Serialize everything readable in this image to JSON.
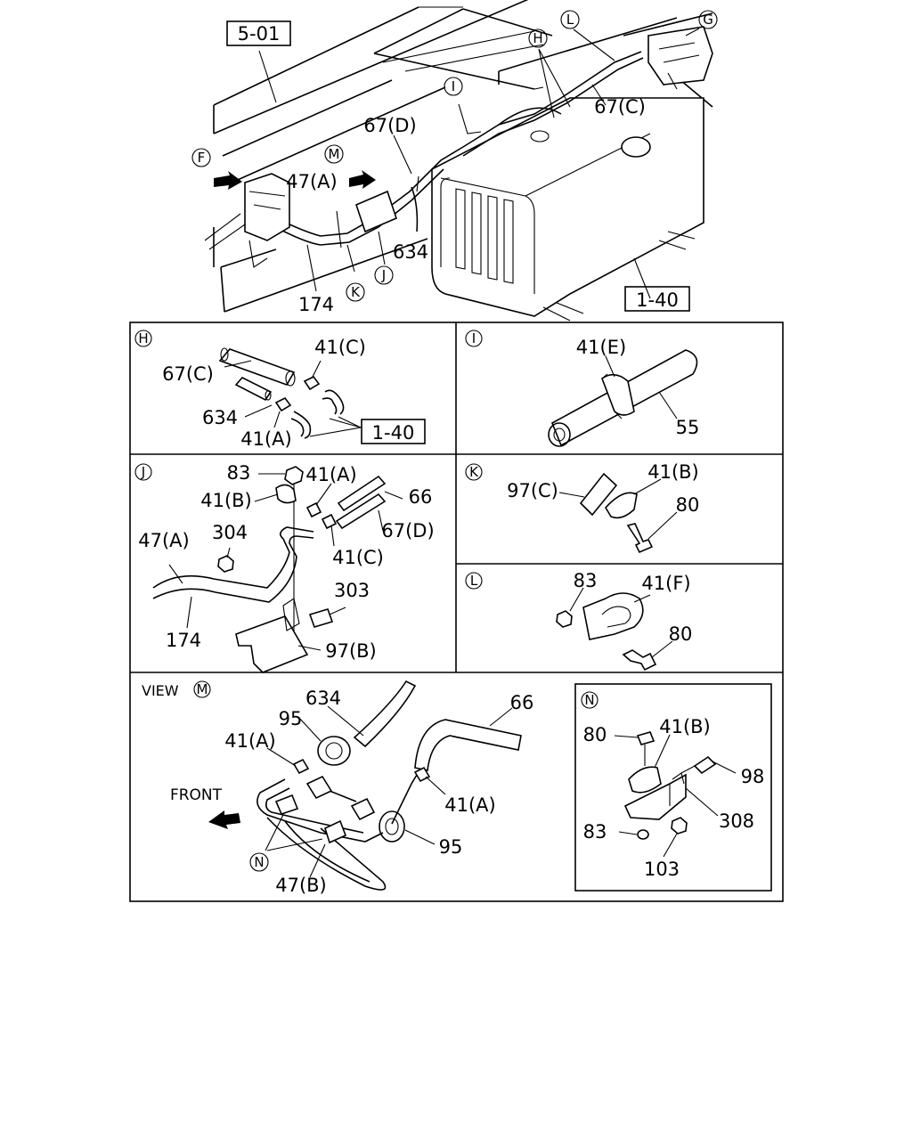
{
  "refs": {
    "ref_501": "5-01",
    "ref_140_main": "1-40",
    "ref_140_detail": "1-40"
  },
  "callouts": {
    "F": "F",
    "M": "M",
    "H": "H",
    "I": "I",
    "L": "L",
    "G": "G",
    "J": "J",
    "K": "K",
    "N": "N"
  },
  "main": {
    "l67C": "67(C)",
    "l67D": "67(D)",
    "l47A": "47(A)",
    "l634": "634",
    "l174": "174"
  },
  "panel_h": {
    "id": "H",
    "l67C": "67(C)",
    "l41C": "41(C)",
    "l634": "634",
    "l41A": "41(A)"
  },
  "panel_i": {
    "id": "I",
    "l41E": "41(E)",
    "l55": "55"
  },
  "panel_j": {
    "id": "J",
    "l83": "83",
    "l41A": "41(A)",
    "l41B": "41(B)",
    "l66": "66",
    "l67D": "67(D)",
    "l47A": "47(A)",
    "l304": "304",
    "l41C": "41(C)",
    "l303": "303",
    "l174": "174",
    "l97B": "97(B)"
  },
  "panel_k": {
    "id": "K",
    "l97C": "97(C)",
    "l41B": "41(B)",
    "l80": "80"
  },
  "panel_l": {
    "id": "L",
    "l83": "83",
    "l41F": "41(F)",
    "l80": "80"
  },
  "panel_m": {
    "view": "VIEW",
    "id": "M",
    "l634": "634",
    "l66": "66",
    "l95a": "95",
    "l41Aa": "41(A)",
    "front": "FRONT",
    "l41Ab": "41(A)",
    "l95b": "95",
    "lN": "N",
    "l47B": "47(B)"
  },
  "panel_n": {
    "id": "N",
    "l80": "80",
    "l41B": "41(B)",
    "l98": "98",
    "l308": "308",
    "l83": "83",
    "l103": "103"
  }
}
